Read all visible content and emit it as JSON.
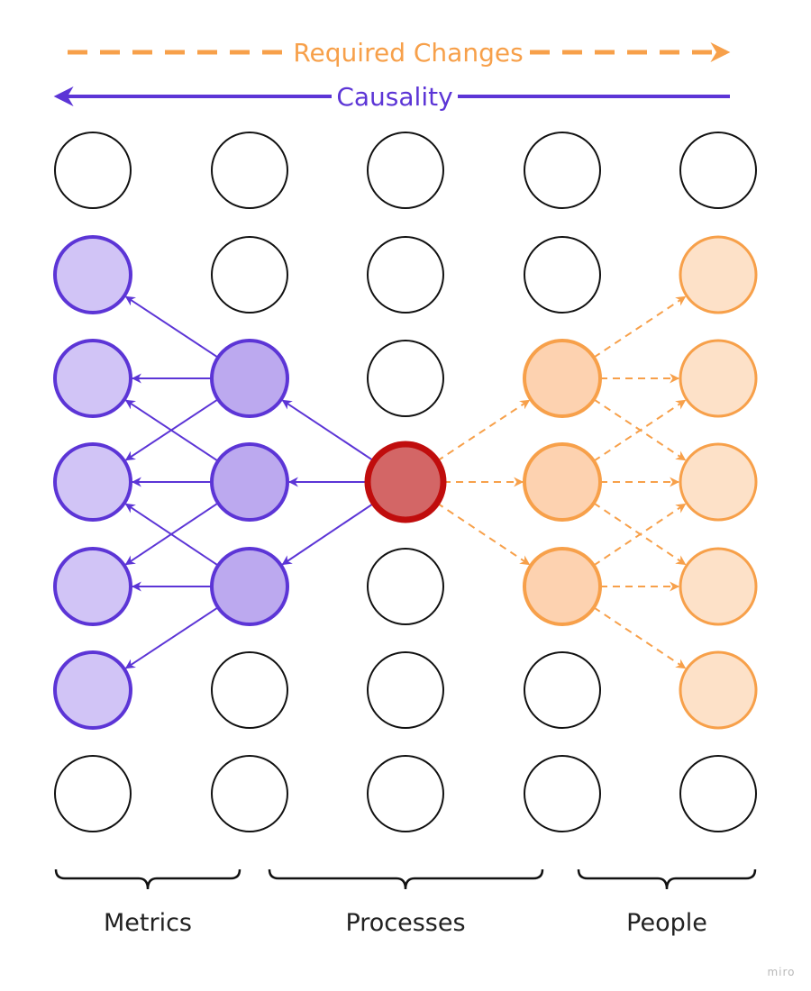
{
  "header": {
    "required_changes_label": "Required Changes",
    "causality_label": "Causality"
  },
  "groups": [
    {
      "key": "metrics",
      "label": "Metrics"
    },
    {
      "key": "processes",
      "label": "Processes"
    },
    {
      "key": "people",
      "label": "People"
    }
  ],
  "watermark": "miro",
  "colors": {
    "causality": "#5c35d6",
    "required_changes": "#f7a04a",
    "origin_fill": "#d36666",
    "origin_stroke": "#c00d0d",
    "metrics_fill": "#d1c4f6",
    "processes_fill": "#bca9ef",
    "people_near_fill": "#fdd2b0",
    "people_far_fill": "#fde1c8",
    "neutral_stroke": "#111111"
  },
  "grid": {
    "columns": 5,
    "rows": 7,
    "highlighted": {
      "col0": [
        1,
        2,
        3,
        4,
        5
      ],
      "col1": [
        2,
        3,
        4
      ],
      "col2_origin": [
        3
      ],
      "col3": [
        2,
        3,
        4
      ],
      "col4": [
        1,
        2,
        3,
        4,
        5
      ]
    }
  }
}
